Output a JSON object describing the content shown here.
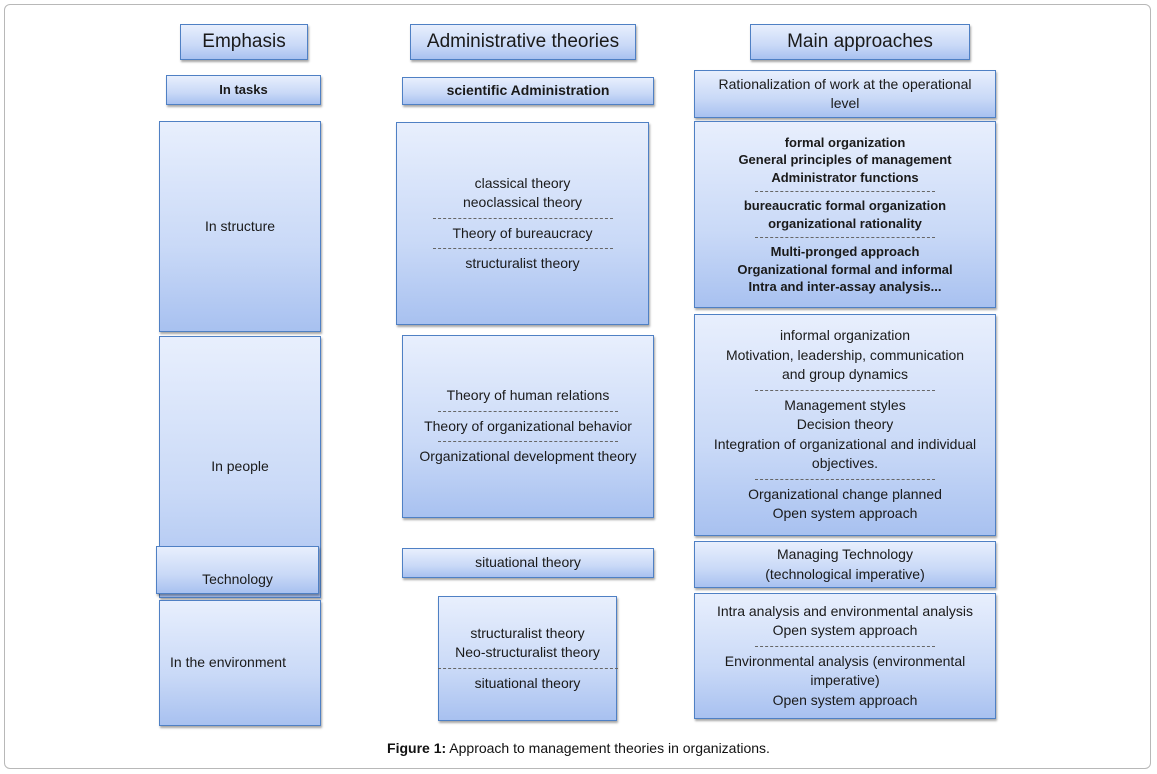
{
  "headers": {
    "emphasis": "Emphasis",
    "theories": "Administrative theories",
    "approaches": "Main approaches"
  },
  "rows": {
    "tasks": {
      "emphasis": "In tasks",
      "theories": [
        [
          "scientific Administration"
        ]
      ],
      "approaches": [
        [
          "Rationalization of work at the operational",
          "level"
        ]
      ]
    },
    "structure": {
      "emphasis": "In structure",
      "theories": [
        [
          "classical theory",
          "neoclassical theory"
        ],
        [
          "Theory of bureaucracy"
        ],
        [
          "structuralist theory"
        ]
      ],
      "approaches": [
        [
          "formal organization",
          "General principles of management",
          "Administrator functions"
        ],
        [
          "bureaucratic formal organization",
          "organizational rationality"
        ],
        [
          "Multi-pronged approach",
          "Organizational formal and informal",
          "Intra and inter-assay analysis..."
        ]
      ]
    },
    "people": {
      "emphasis": "In people",
      "theories": [
        [
          "Theory of human relations"
        ],
        [
          "Theory of organizational behavior"
        ],
        [
          "Organizational development theory"
        ]
      ],
      "approaches": [
        [
          "informal organization",
          "Motivation, leadership, communication",
          "and group dynamics"
        ],
        [
          "Management styles",
          "Decision theory",
          "Integration of organizational and individual",
          "objectives."
        ],
        [
          "Organizational change planned",
          "Open system approach"
        ]
      ]
    },
    "technology": {
      "emphasis": "Technology",
      "theories": [
        [
          "situational theory"
        ]
      ],
      "approaches": [
        [
          "Managing Technology",
          "(technological imperative)"
        ]
      ]
    },
    "environment": {
      "emphasis": "In the environment",
      "theories": [
        [
          "structuralist theory",
          "Neo-structuralist theory"
        ],
        [
          "situational theory"
        ]
      ],
      "approaches": [
        [
          "Intra analysis and environmental analysis",
          "Open system approach"
        ],
        [
          "Environmental analysis (environmental",
          "imperative)",
          "Open system approach"
        ]
      ]
    }
  },
  "caption": {
    "label": "Figure 1:",
    "text": " Approach to management theories in organizations."
  }
}
